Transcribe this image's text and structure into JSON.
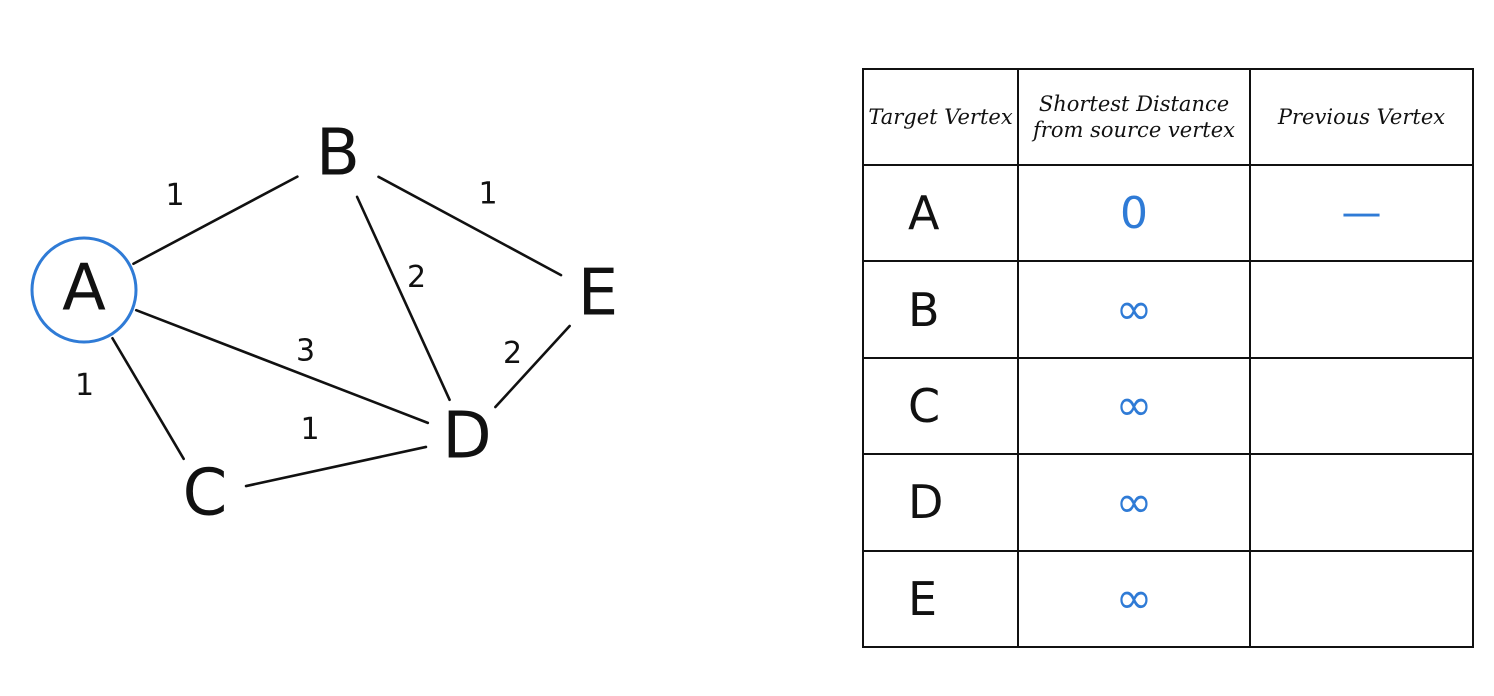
{
  "graph": {
    "nodes": [
      {
        "id": "A",
        "label": "A",
        "highlighted": true
      },
      {
        "id": "B",
        "label": "B"
      },
      {
        "id": "C",
        "label": "C"
      },
      {
        "id": "D",
        "label": "D"
      },
      {
        "id": "E",
        "label": "E"
      }
    ],
    "edges": [
      {
        "from": "A",
        "to": "B",
        "weight": "1"
      },
      {
        "from": "A",
        "to": "C",
        "weight": "1"
      },
      {
        "from": "A",
        "to": "D",
        "weight": "3"
      },
      {
        "from": "B",
        "to": "D",
        "weight": "2"
      },
      {
        "from": "B",
        "to": "E",
        "weight": "1"
      },
      {
        "from": "C",
        "to": "D",
        "weight": "1"
      },
      {
        "from": "D",
        "to": "E",
        "weight": "2"
      }
    ],
    "highlight_color": "#2f7bd6"
  },
  "table": {
    "headers": [
      "Target Vertex",
      "Shortest Distance from source vertex",
      "Previous Vertex"
    ],
    "rows": [
      {
        "vertex": "A",
        "distance": "0",
        "previous": "—"
      },
      {
        "vertex": "B",
        "distance": "∞",
        "previous": ""
      },
      {
        "vertex": "C",
        "distance": "∞",
        "previous": ""
      },
      {
        "vertex": "D",
        "distance": "∞",
        "previous": ""
      },
      {
        "vertex": "E",
        "distance": "∞",
        "previous": ""
      }
    ]
  }
}
